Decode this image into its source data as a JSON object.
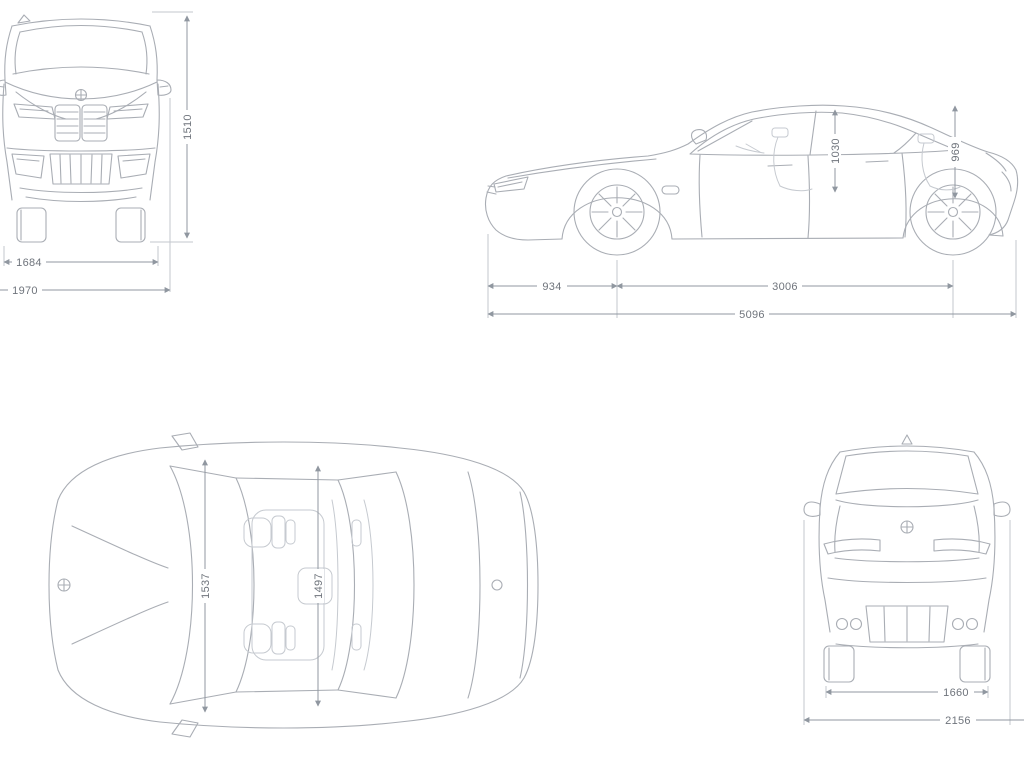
{
  "dims": {
    "front_height": "1510",
    "front_track": "1684",
    "front_width": "1970",
    "side_headroom_front": "1030",
    "side_headroom_rear": "969",
    "side_overhang_front": "934",
    "side_wheelbase": "3006",
    "side_length": "5096",
    "top_width_front": "1537",
    "top_width_rear": "1497",
    "rear_track": "1660",
    "rear_width": "2156"
  },
  "colors": {
    "car_line": "#a9adb4",
    "detail_line": "#c6cad0",
    "dimension_line": "#9097a0",
    "label_text": "#6f747c",
    "background": "#ffffff"
  }
}
